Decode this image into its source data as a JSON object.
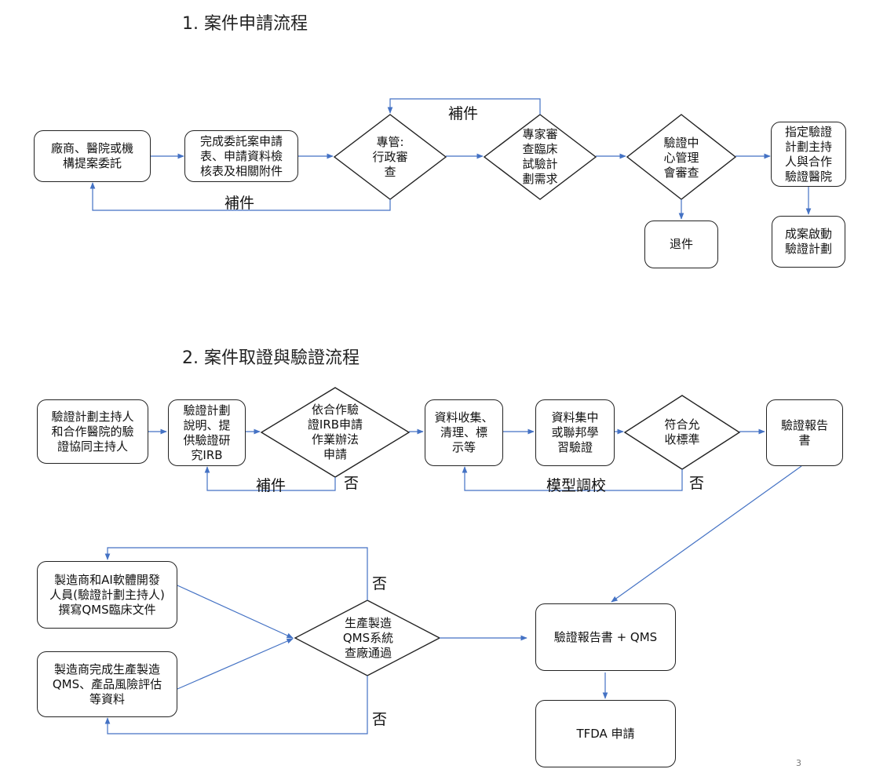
{
  "section1": {
    "title": "1.  案件申請流程",
    "nodes": {
      "vendor_submit": "廠商、醫院或機\n構提案委託",
      "complete_form": "完成委託案申請\n表、申請資料檢\n核表及相關附件",
      "admin_review": "專管:\n行政審\n查",
      "expert_review": "專家審\n查臨床\n試驗計\n劃需求",
      "center_committee": "驗證中\n心管理\n會審查",
      "assign_pi": "指定驗證\n計劃主持\n人與合作\n驗證醫院",
      "reject": "退件",
      "case_start": "成案啟動\n驗證計劃"
    },
    "labels": {
      "supplement_top": "補件",
      "supplement_bottom": "補件"
    }
  },
  "section2": {
    "title": "2.  案件取證與驗證流程",
    "nodes": {
      "pi_coinvestigator": "驗證計劃主持人\n和合作醫院的驗\n證協同主持人",
      "explain_irb": "驗證計劃\n說明、提\n供驗證研\n究IRB",
      "irb_apply": "依合作驗\n證IRB申請\n作業辦法\n申請",
      "data_collect": "資料收集、\n清理、標\n示等",
      "data_validate": "資料集中\n或聯邦學\n習驗證",
      "meets_criteria": "符合允\n收標準",
      "validation_report": "驗證報告\n書",
      "qms_docs": "製造商和AI軟體開發\n人員(驗證計劃主持人)\n撰寫QMS臨床文件",
      "qms_data": "製造商完成生產製造\nQMS、產品風險評估\n等資料",
      "qms_audit": "生產製造\nQMS系統\n查廠通過",
      "report_qms": "驗證報告書 + QMS",
      "tfda": "TFDA 申請"
    },
    "labels": {
      "supplement": "補件",
      "no_irb": "否",
      "model_tuning": "模型調校",
      "no_criteria": "否",
      "no_top": "否",
      "no_bottom": "否"
    }
  },
  "page_number": "3"
}
